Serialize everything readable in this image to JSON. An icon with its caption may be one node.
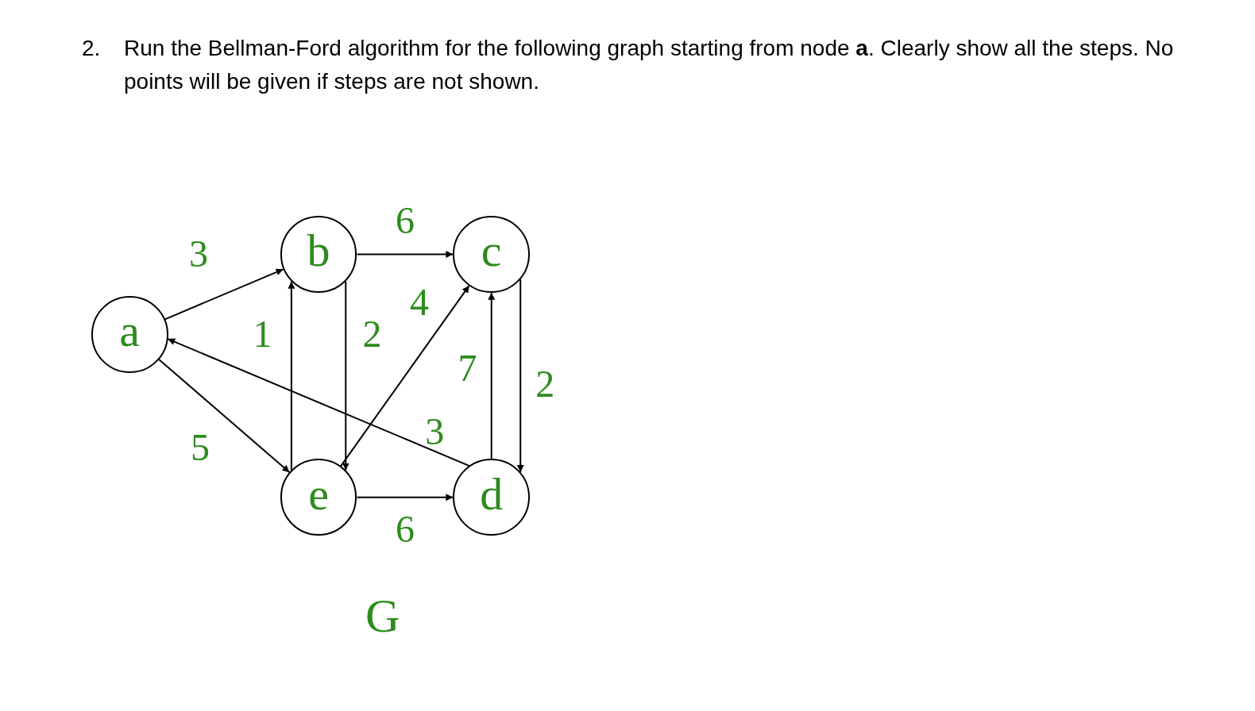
{
  "diagram": {
    "title": "Run the Bellman-Ford algorithm for the following graph starting from node **a**. Clearly show all the steps. No points will be given if steps are not shown.",
    "nodes": [
      {
        "text": [
          "a"
        ]
      },
      {
        "text": [
          "b"
        ]
      },
      {
        "text": [
          "c"
        ]
      },
      {
        "text": [
          "e"
        ]
      },
      {
        "text": [
          "d"
        ]
      }
    ],
    "edges": [
      {
        "from": 0,
        "to": 1,
        "arrow": "to",
        "label": "3"
      },
      {
        "from": 1,
        "to": 2,
        "arrow": "to",
        "label": "6"
      },
      {
        "from": 3,
        "to": 1,
        "arrow": "to",
        "label": "1"
      },
      {
        "from": 1,
        "to": 3,
        "arrow": "to",
        "label": "2"
      },
      {
        "from": 3,
        "to": 2,
        "arrow": "to",
        "label": "4"
      },
      {
        "from": 0,
        "to": 3,
        "arrow": "to",
        "label": "5"
      },
      {
        "from": 4,
        "to": 0,
        "arrow": "to",
        "label": "3"
      },
      {
        "from": 4,
        "to": 2,
        "arrow": "to",
        "label": "7"
      },
      {
        "from": 2,
        "to": 4,
        "arrow": "to",
        "label": "2"
      },
      {
        "from": 3,
        "to": 4,
        "arrow": "to",
        "label": "6"
      }
    ],
    "labels": [
      "2.",
      "G"
    ]
  }
}
